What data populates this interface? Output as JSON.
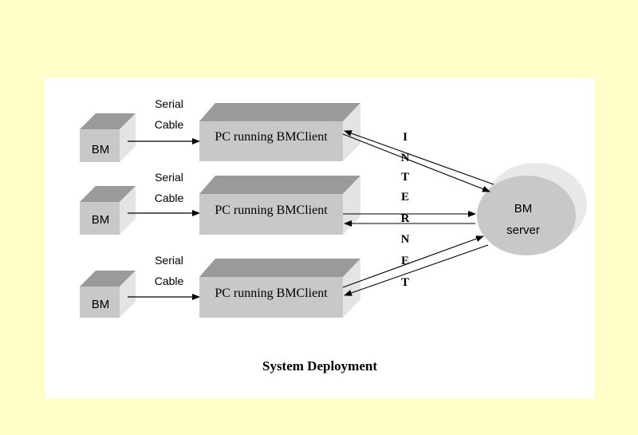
{
  "diagram": {
    "caption": "System Deployment",
    "server_label_line1": "BM",
    "server_label_line2": "server",
    "internet_letters": [
      "I",
      "N",
      "T",
      "E",
      "R",
      "N",
      "E",
      "T"
    ],
    "rows": [
      {
        "device_label": "BM",
        "cable_line1": "Serial",
        "cable_line2": "Cable",
        "pc_label": "PC running BMClient"
      },
      {
        "device_label": "BM",
        "cable_line1": "Serial",
        "cable_line2": "Cable",
        "pc_label": "PC running BMClient"
      },
      {
        "device_label": "BM",
        "cable_line1": "Serial",
        "cable_line2": "Cable",
        "pc_label": "PC running BMClient"
      }
    ]
  },
  "colors": {
    "background": "#ffffc8",
    "panel": "#ffffff",
    "box_front": "#c8c8c8",
    "box_top": "#9a9a9a",
    "box_side": "#e4e4e4",
    "server_body": "#c8c8c8",
    "server_edge": "#e8e8e8"
  }
}
